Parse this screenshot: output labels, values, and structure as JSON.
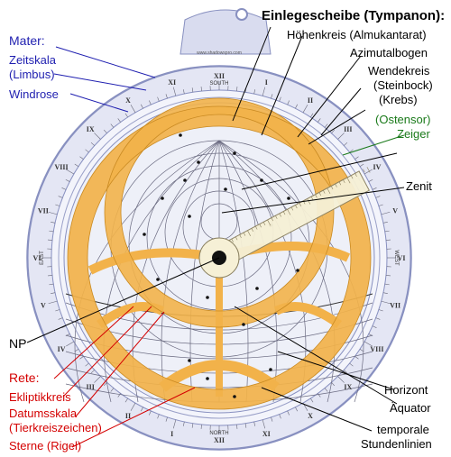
{
  "diagram": {
    "title": "Einlegescheibe (Tympanon):",
    "labels": {
      "mater": "Mater:",
      "zeitskala": "Zeitskala",
      "limbus": "(Limbus)",
      "windrose": "Windrose",
      "hoehenkreis": "Höhenkreis (Almukantarat)",
      "azimutalbogen": "Azimutalbogen",
      "wendekreis": "Wendekreis",
      "steinbock": "(Steinbock)",
      "krebs": "(Krebs)",
      "ostensor": "(Ostensor)",
      "zeiger": "Zeiger",
      "zenit": "Zenit",
      "np": "NP",
      "rete": "Rete:",
      "ekliptikkreis": "Ekliptikkreis",
      "datumsskala": "Datumsskala",
      "tierkreiszeichen": "(Tierkreiszeichen)",
      "sterne": "Sterne (Rigel)",
      "horizont": "Horizont",
      "aequator": "Äquator",
      "temporale": "temporale",
      "stundenlinien": "Stundenlinien"
    },
    "dial": {
      "south": "SOUTH",
      "north": "NORTH",
      "east": "EAST",
      "west": "WEST",
      "watermark": "www.shadowspro.com",
      "roman_numerals": [
        "XII",
        "I",
        "II",
        "III",
        "IV",
        "V",
        "VI",
        "VII",
        "VIII",
        "IX",
        "X",
        "XI",
        "XII",
        "I",
        "II",
        "III",
        "IV",
        "V",
        "VI",
        "VII",
        "VIII",
        "IX",
        "X",
        "XI"
      ]
    },
    "colors": {
      "rete": "#f2b24a",
      "rete_stroke": "#c98a22",
      "mater": "#d9dcef",
      "mater_stroke": "#8890c0",
      "plate": "#eef0f8",
      "black_label": "#000000",
      "blue_label": "#1f1fb0",
      "red_label": "#d40000",
      "green_label": "#1a7a1a"
    }
  }
}
